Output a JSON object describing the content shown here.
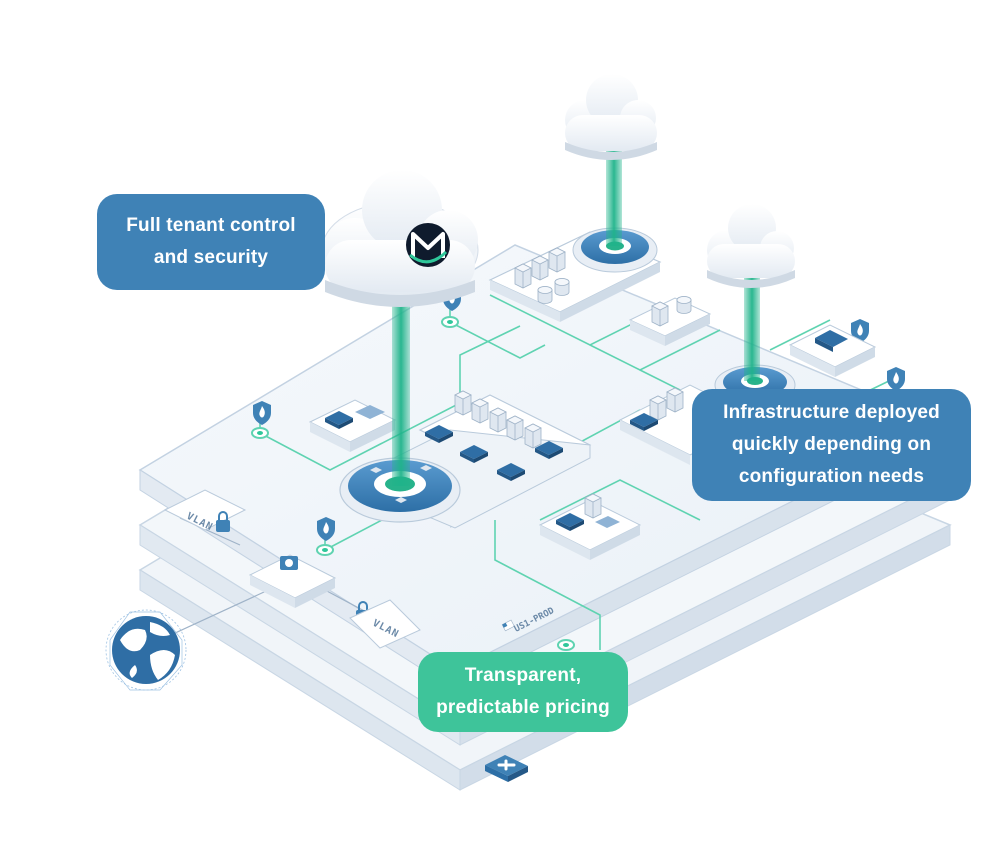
{
  "callouts": {
    "tenant": {
      "line1": "Full tenant control",
      "line2": "and security"
    },
    "infra": {
      "line1": "Infrastructure deployed",
      "line2": "quickly depending on",
      "line3": "configuration needs"
    },
    "pricing": {
      "line1": "Transparent,",
      "line2": "predictable pricing"
    }
  },
  "labels": {
    "vlan_top": "VLAN",
    "vlan_bottom": "VLAN",
    "region": "US1-PROD"
  },
  "icons": {
    "brand_logo": "m-logo-icon",
    "shield": "shield-icon",
    "cloud": "cloud-icon",
    "globe": "globe-icon",
    "plus": "plus-icon",
    "lock": "lock-icon",
    "flag": "us-flag-icon"
  },
  "colors": {
    "callout_blue": "#3f82b6",
    "callout_green": "#3ec49a",
    "accent_teal": "#2fc79a",
    "connector": "#5fd3b1"
  }
}
